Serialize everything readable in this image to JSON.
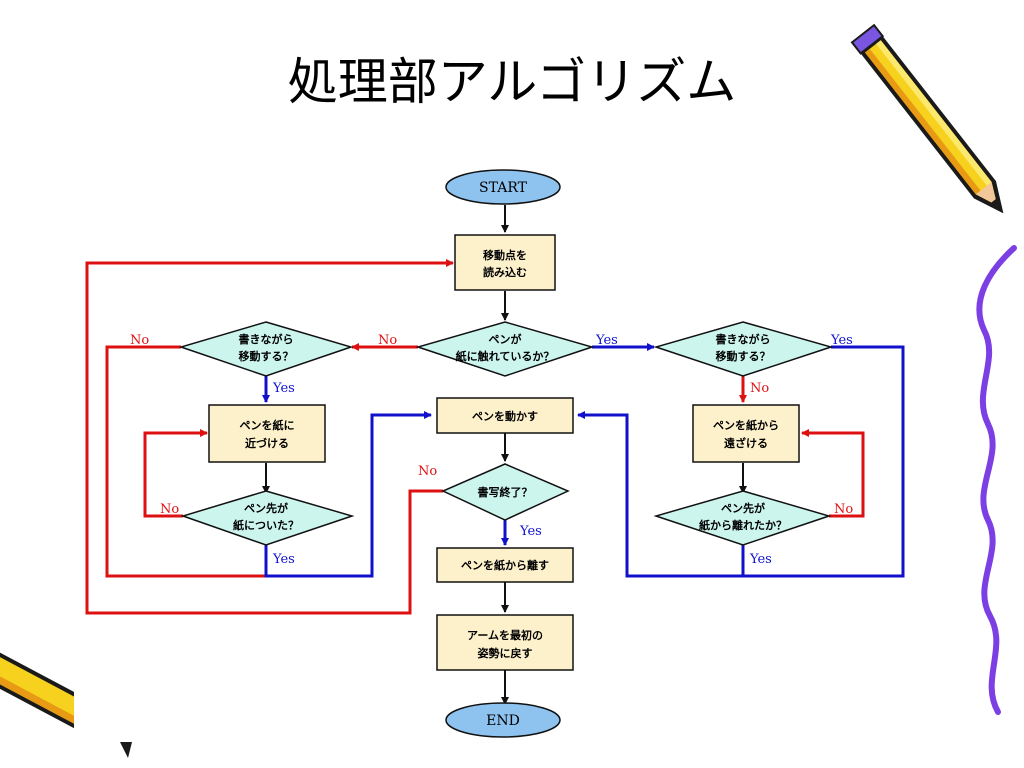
{
  "title": "処理部アルゴリズム",
  "colors": {
    "process_fill": "#fdf1cc",
    "decision_fill": "#ccf5ee",
    "terminal_fill": "#8ec3f0",
    "red": "#dd1111",
    "blue": "#1111cc",
    "black": "#111111"
  },
  "nodes": {
    "start": "START",
    "read": [
      "移動点を",
      "読み込む"
    ],
    "touching": [
      "ペンが",
      "紙に触れているか？"
    ],
    "left_writing": [
      "書きながら",
      "移動する？"
    ],
    "left_near": [
      "ペンを紙に",
      "近づける"
    ],
    "left_touched": [
      "ペン先が",
      "紙についた？"
    ],
    "move_pen": "ペンを動かす",
    "done": "書写終了？",
    "lift_pen": "ペンを紙から離す",
    "arm_home": [
      "アームを最初の",
      "姿勢に戻す"
    ],
    "end": "END",
    "right_writing": [
      "書きながら",
      "移動する？"
    ],
    "right_away": [
      "ペンを紙から",
      "遠ざける"
    ],
    "right_left": [
      "ペン先が",
      "紙から離れたか？"
    ]
  },
  "labels": {
    "no_far_left": "No",
    "no_touching": "No",
    "yes_touching": "Yes",
    "yes_left_writing": "Yes",
    "no_left_touched": "No",
    "yes_left_touched": "Yes",
    "no_done": "No",
    "yes_done": "Yes",
    "no_right_writing": "No",
    "yes_right_writing": "Yes",
    "no_right_left": "No",
    "yes_right_left": "Yes"
  },
  "decorations": [
    "pencil-icon",
    "pencil-icon",
    "squiggle-line"
  ]
}
